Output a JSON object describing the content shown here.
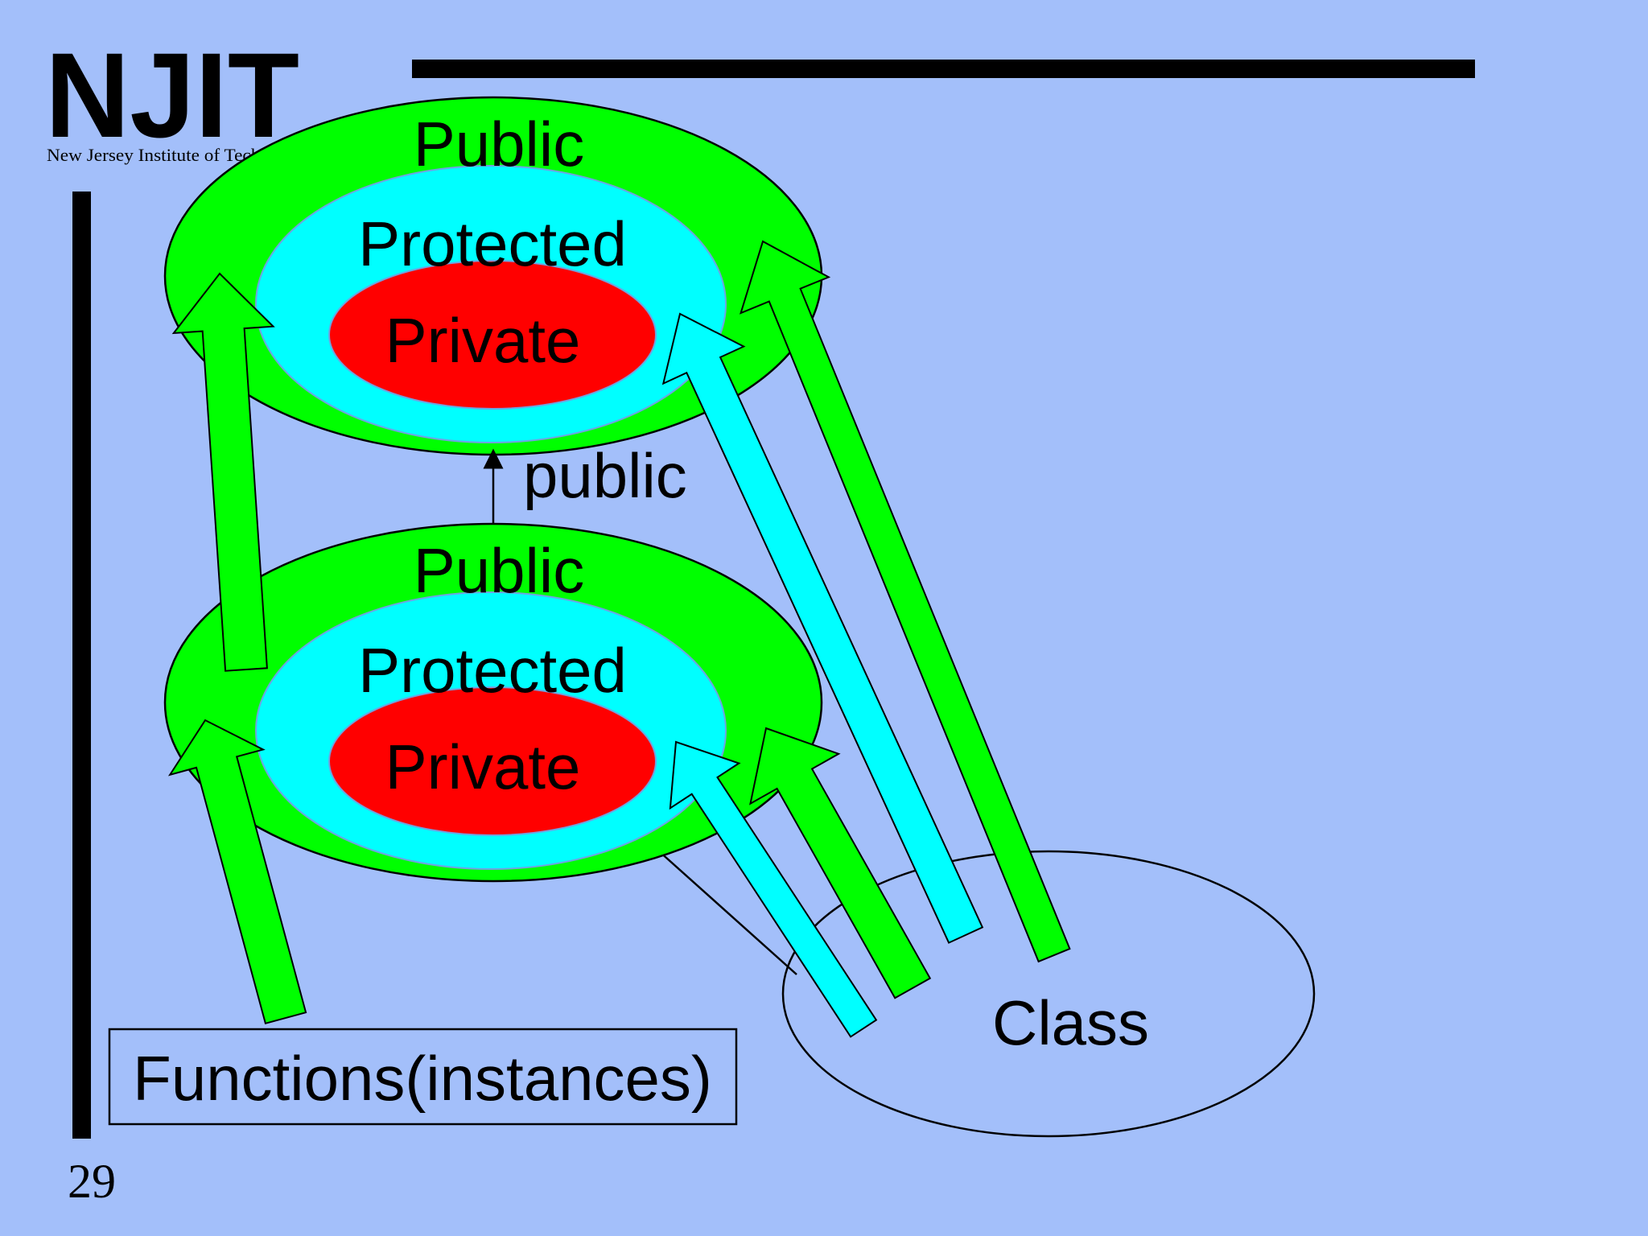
{
  "slide": {
    "logo": {
      "wordmark": "NJIT",
      "tagline": "New Jersey Institute of Technology"
    },
    "page_number": "29"
  },
  "top_class": {
    "public": "Public",
    "protected": "Protected",
    "private": "Private"
  },
  "bottom_class": {
    "public": "Public",
    "protected": "Protected",
    "private": "Private"
  },
  "inheritance_label": "public",
  "class_label": "Class",
  "functions_label": "Functions(instances)",
  "colors": {
    "background": "#a3bffa",
    "public": "#00ff00",
    "protected": "#00ffff",
    "private": "#ff0000"
  }
}
